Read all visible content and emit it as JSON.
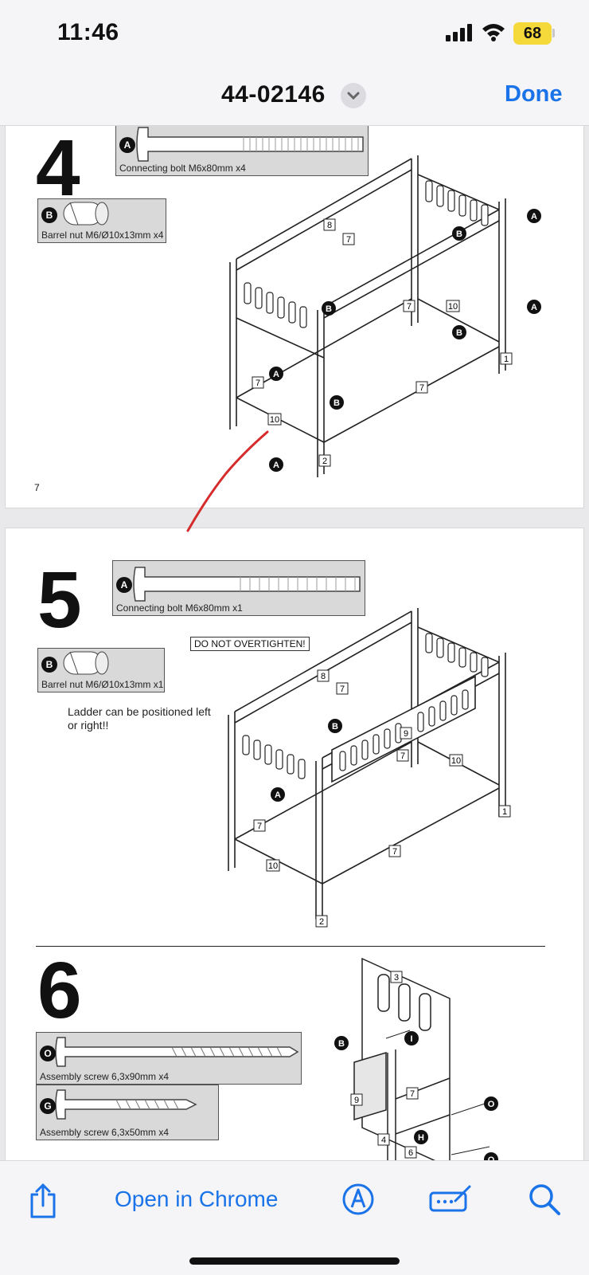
{
  "status": {
    "time": "11:46",
    "battery": "68"
  },
  "nav": {
    "title": "44-02146",
    "done_label": "Done"
  },
  "page_top": {
    "step": "4",
    "bolt_label": "Connecting bolt M6x80mm x4",
    "nut_label": "Barrel nut M6/Ø10x13mm x4",
    "part_a": "A",
    "part_b": "B",
    "page_number": "7",
    "callouts": [
      "8",
      "7",
      "7",
      "10",
      "7",
      "7",
      "10",
      "1",
      "2"
    ]
  },
  "page_bottom": {
    "step": "5",
    "bolt_label": "Connecting bolt M6x80mm x1",
    "nut_label": "Barrel nut M6/Ø10x13mm x1",
    "warning": "DO NOT OVERTIGHTEN!",
    "note": "Ladder can be positioned left or right!!",
    "callouts": [
      "8",
      "7",
      "9",
      "7",
      "10",
      "7",
      "7",
      "10",
      "1",
      "2"
    ],
    "step6": "6",
    "screw_long_label": "Assembly screw 6,3x90mm x4",
    "screw_short_label": "Assembly screw 6,3x50mm x4",
    "part_o": "O",
    "part_g": "G",
    "step6_callouts": [
      "3",
      "9",
      "7",
      "4",
      "6",
      "B",
      "I",
      "H",
      "O",
      "O"
    ]
  },
  "toolbar": {
    "share": "share-icon",
    "open_in": "Open in Chrome",
    "markup": "markup-icon",
    "fill_sign": "fill-sign-icon",
    "search": "search-icon"
  },
  "colors": {
    "accent": "#1a73e8",
    "battery": "#f5d93a",
    "annotation": "#d62b2b"
  }
}
